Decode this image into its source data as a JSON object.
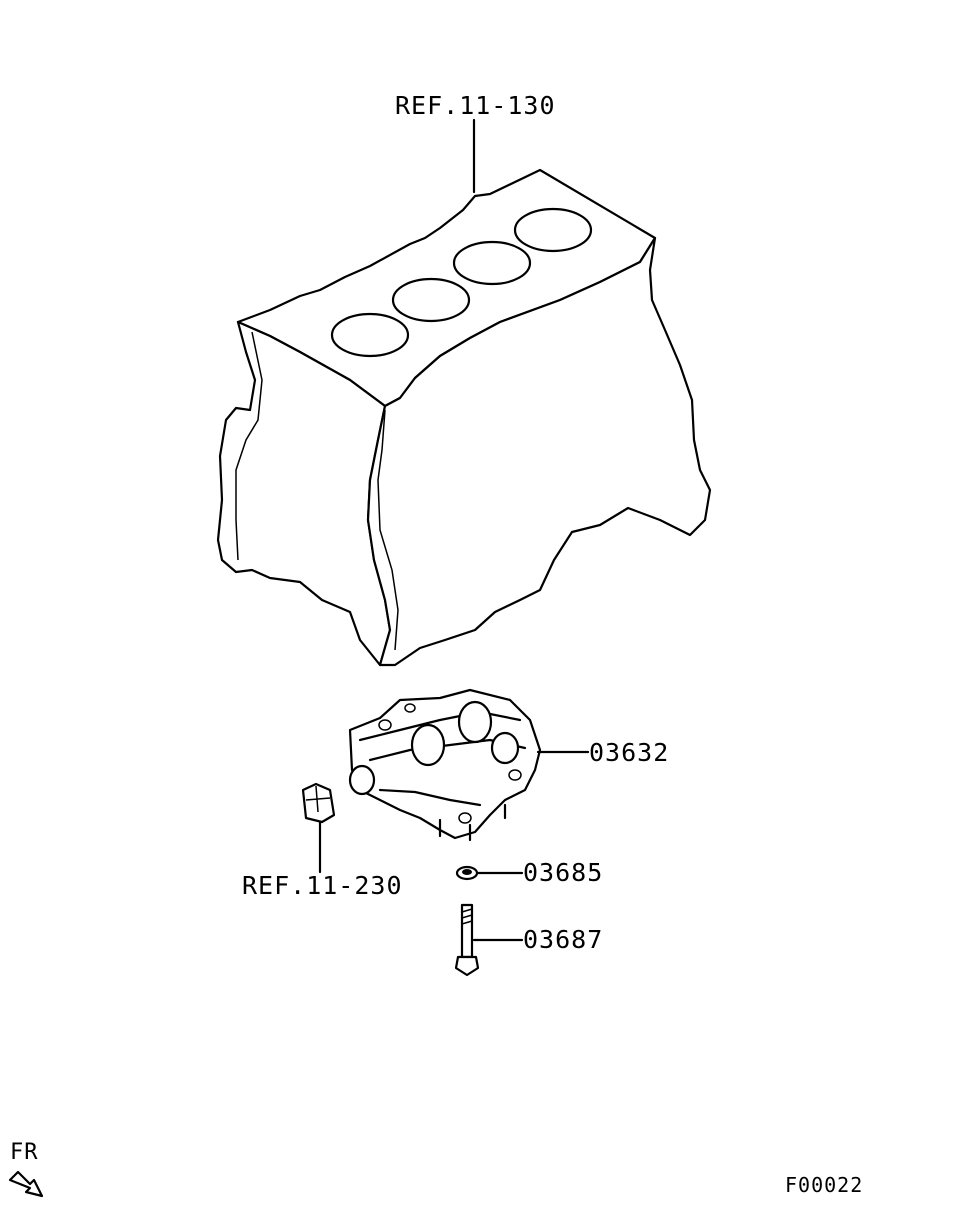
{
  "callouts": {
    "engine_block_ref": "REF.11-130",
    "oil_pan_ref": "REF.11-230",
    "balancer_assembly": "03632",
    "washer": "03685",
    "bolt": "03687"
  },
  "direction_indicator": {
    "label": "FR",
    "icon": "arrow-icon"
  },
  "figure_code": "F00022"
}
